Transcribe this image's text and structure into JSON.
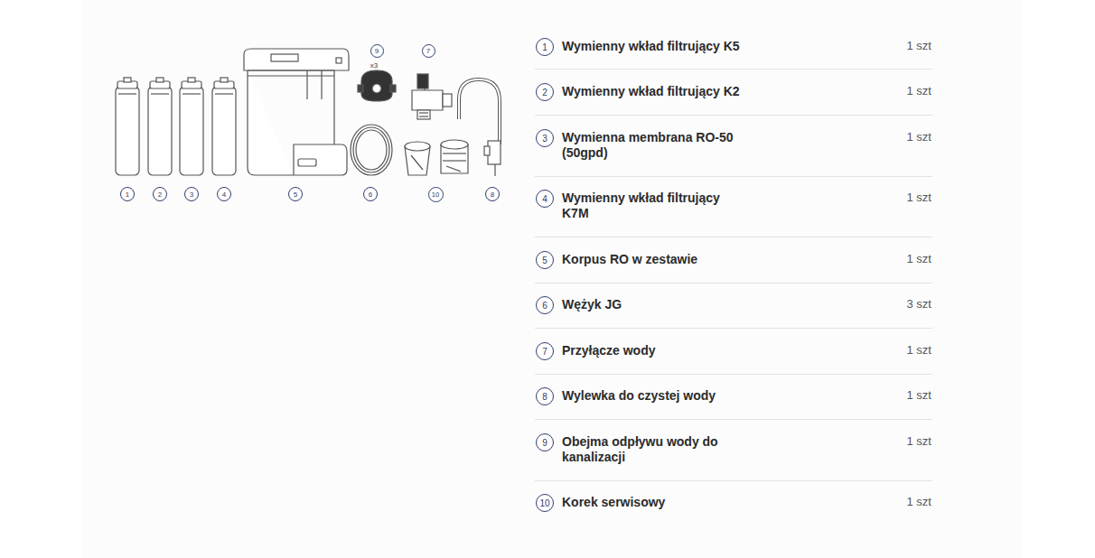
{
  "diagram": {
    "nodes": [
      {
        "text": [
          "9"
        ]
      },
      {
        "text": [
          "7"
        ]
      },
      {
        "text": [
          "1"
        ]
      },
      {
        "text": [
          "2"
        ]
      },
      {
        "text": [
          "3"
        ]
      },
      {
        "text": [
          "4"
        ]
      },
      {
        "text": [
          "5"
        ]
      },
      {
        "text": [
          "6"
        ]
      },
      {
        "text": [
          "10"
        ]
      },
      {
        "text": [
          "8"
        ]
      },
      {
        "text": [
          "1"
        ]
      },
      {
        "text": [
          "2"
        ]
      },
      {
        "text": [
          "3"
        ]
      },
      {
        "text": [
          "4"
        ]
      },
      {
        "text": [
          "5"
        ]
      },
      {
        "text": [
          "6"
        ]
      },
      {
        "text": [
          "7"
        ]
      },
      {
        "text": [
          "8"
        ]
      },
      {
        "text": [
          "9"
        ]
      },
      {
        "text": [
          "10"
        ]
      }
    ],
    "labels": [
      "x3",
      "Wymienny wkład filtrujący K5",
      "1 szt",
      "Wymienny wkład filtrujący K2",
      "1 szt",
      "Wymienna membrana RO-50 (50gpd)",
      "1 szt",
      "Wymienny wkład filtrujący K7M",
      "1 szt",
      "Korpus RO w zestawie",
      "1 szt",
      "Wężyk JG",
      "3 szt",
      "Przyłącze wody",
      "1 szt",
      "Wylewka do czystej wody",
      "1 szt",
      "Obejma odpływu wody do kanalizacji",
      "1 szt",
      "Korek serwisowy",
      "1 szt"
    ]
  }
}
